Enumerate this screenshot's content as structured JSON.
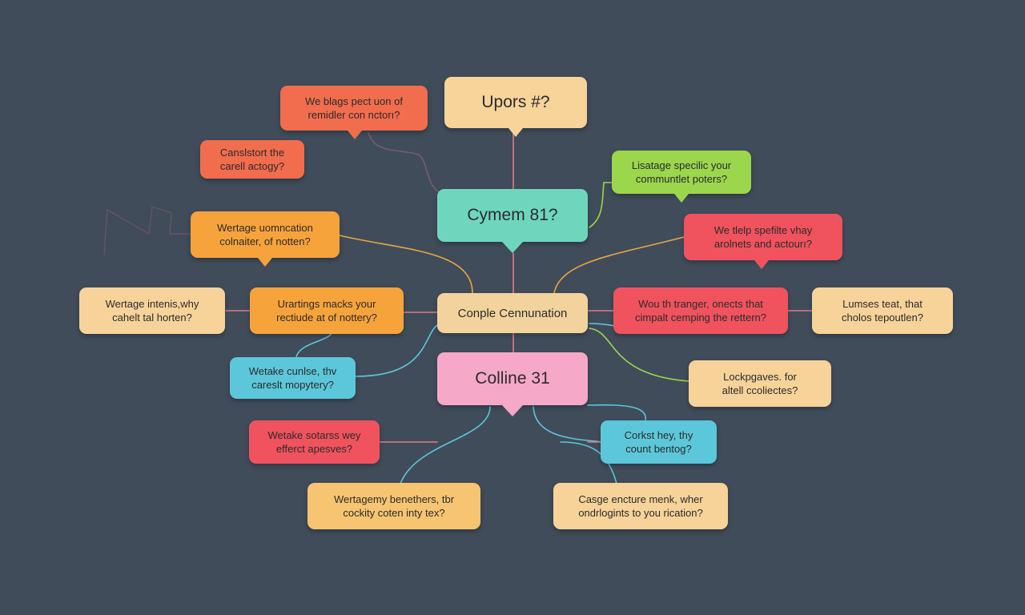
{
  "diagram": {
    "background": "#404c5a",
    "nodes": {
      "top_question": {
        "text": "Upors #?",
        "color": "#f7d49a"
      },
      "cymem": {
        "text": "Cymem 81?",
        "color": "#6ed6bd"
      },
      "center": {
        "text": "Conple Cennunation",
        "color": "#f3d39d"
      },
      "colline": {
        "text": "Colline 31",
        "color": "#f6a8c8"
      },
      "we_blags": {
        "text": "We blags pect uon of\nremidler con nctorı?",
        "color": "#f26d4e"
      },
      "canslstort": {
        "text": "Canslstort the\ncarell actogy?",
        "color": "#f26d4e"
      },
      "usatage": {
        "text": "Lisatage specilic your\ncommuntlet poters?",
        "color": "#9bd64d"
      },
      "we_tlelp": {
        "text": "We tlelp spefilte vhay\narolnets and actourı?",
        "color": "#f0535e"
      },
      "wertage_uomnation": {
        "text": "Wertage uomncation\ncolnaiter, of notten?",
        "color": "#f7a33c"
      },
      "wertage_intenis": {
        "text": "Wertage intenis,why\ncahelt tal horten?",
        "color": "#f7d39a"
      },
      "urartings": {
        "text": "Urartings macks your\nrectiude at of nottery?",
        "color": "#f7a33c"
      },
      "wou_th": {
        "text": "Wou th tranger, onects that\ncimpalt cemping the rettern?",
        "color": "#f0535e"
      },
      "lumses": {
        "text": "Lumses teat, that\ncholos tepoutlen?",
        "color": "#f7d39a"
      },
      "wetake_cunlse": {
        "text": "Wetake cunlse, thv\ncareslt mopytery?",
        "color": "#5cc7da"
      },
      "lockpgaves": {
        "text": "Lockpgaves. for\naltell ccoliectes?",
        "color": "#f7d39a"
      },
      "wetake_sotarss": {
        "text": "Wetake sotarss wey\nefferct apesves?",
        "color": "#f0535e"
      },
      "corkst": {
        "text": "Corkst hey, thy\ncount bentog?",
        "color": "#5cc7da"
      },
      "wertagemy": {
        "text": "Wertagemy benethers, tbr\ncockity coten inty tex?",
        "color": "#f7c572"
      },
      "casge": {
        "text": "Casge encture menk, wher\nondrlogints to you rication?",
        "color": "#f7d39a"
      }
    }
  }
}
